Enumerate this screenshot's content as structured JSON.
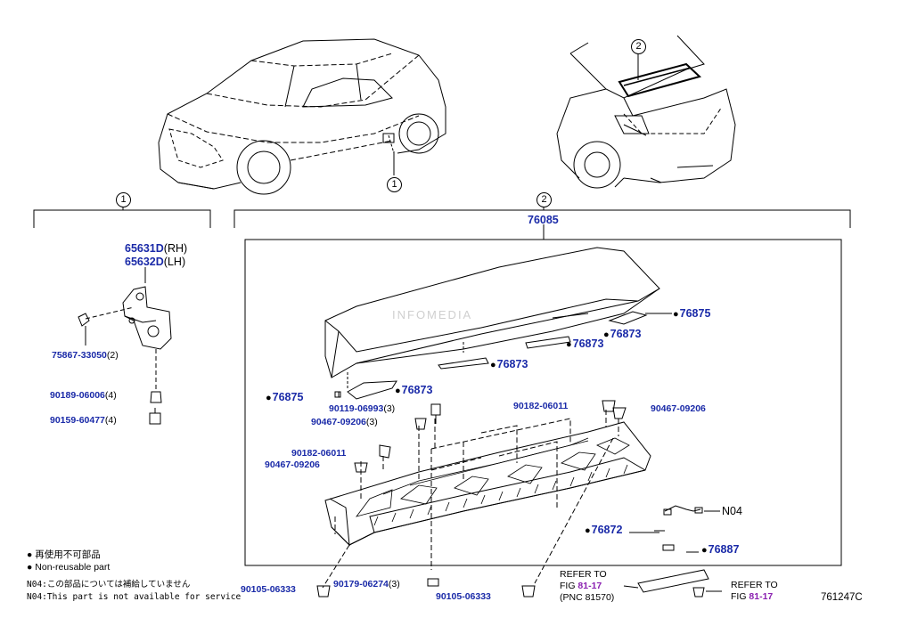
{
  "callouts": {
    "section_1": "1",
    "section_2": "2"
  },
  "assembly": {
    "main_part": "76085"
  },
  "watermark": "INFOMEDIA",
  "figure_code": "761247C",
  "section1_parts": [
    {
      "pn": "65631D",
      "suffix": "(RH)"
    },
    {
      "pn": "65632D",
      "suffix": "(LH)"
    },
    {
      "pn": "75867-33050",
      "qty": "(2)"
    },
    {
      "pn": "90189-06006",
      "qty": "(4)"
    },
    {
      "pn": "90159-60477",
      "qty": "(4)"
    }
  ],
  "section2_parts": {
    "p76875_right": "76875",
    "p76873_a": "76873",
    "p76873_b": "76873",
    "p76873_c": "76873",
    "p76873_d": "76873",
    "p76875_left": "76875",
    "p90119": {
      "pn": "90119-06993",
      "qty": "(3)"
    },
    "p90467_a": {
      "pn": "90467-09206",
      "qty": "(3)"
    },
    "p90182_right": "90182-06011",
    "p90467_right": "90467-09206",
    "p90182_left": "90182-06011",
    "p90467_left": "90467-09206",
    "n04": "N04",
    "p76872": "76872",
    "p76887": "76887",
    "p90105_left": "90105-06333",
    "p90179": {
      "pn": "90179-06274",
      "qty": "(3)"
    },
    "p90105_mid": "90105-06333"
  },
  "refer_left": {
    "line1": "REFER TO",
    "line2_prefix": "FIG ",
    "line2_link": "81-17",
    "line3": "(PNC 81570)"
  },
  "refer_right": {
    "line1": "REFER TO",
    "line2_prefix": "FIG ",
    "line2_link": "81-17"
  },
  "legend": {
    "jp_nonreuse": "再使用不可部品",
    "en_nonreuse": "Non-reusable part",
    "jp_n04": "N04:この部品については補給していません",
    "en_n04": "N04:This part is not available for service"
  }
}
